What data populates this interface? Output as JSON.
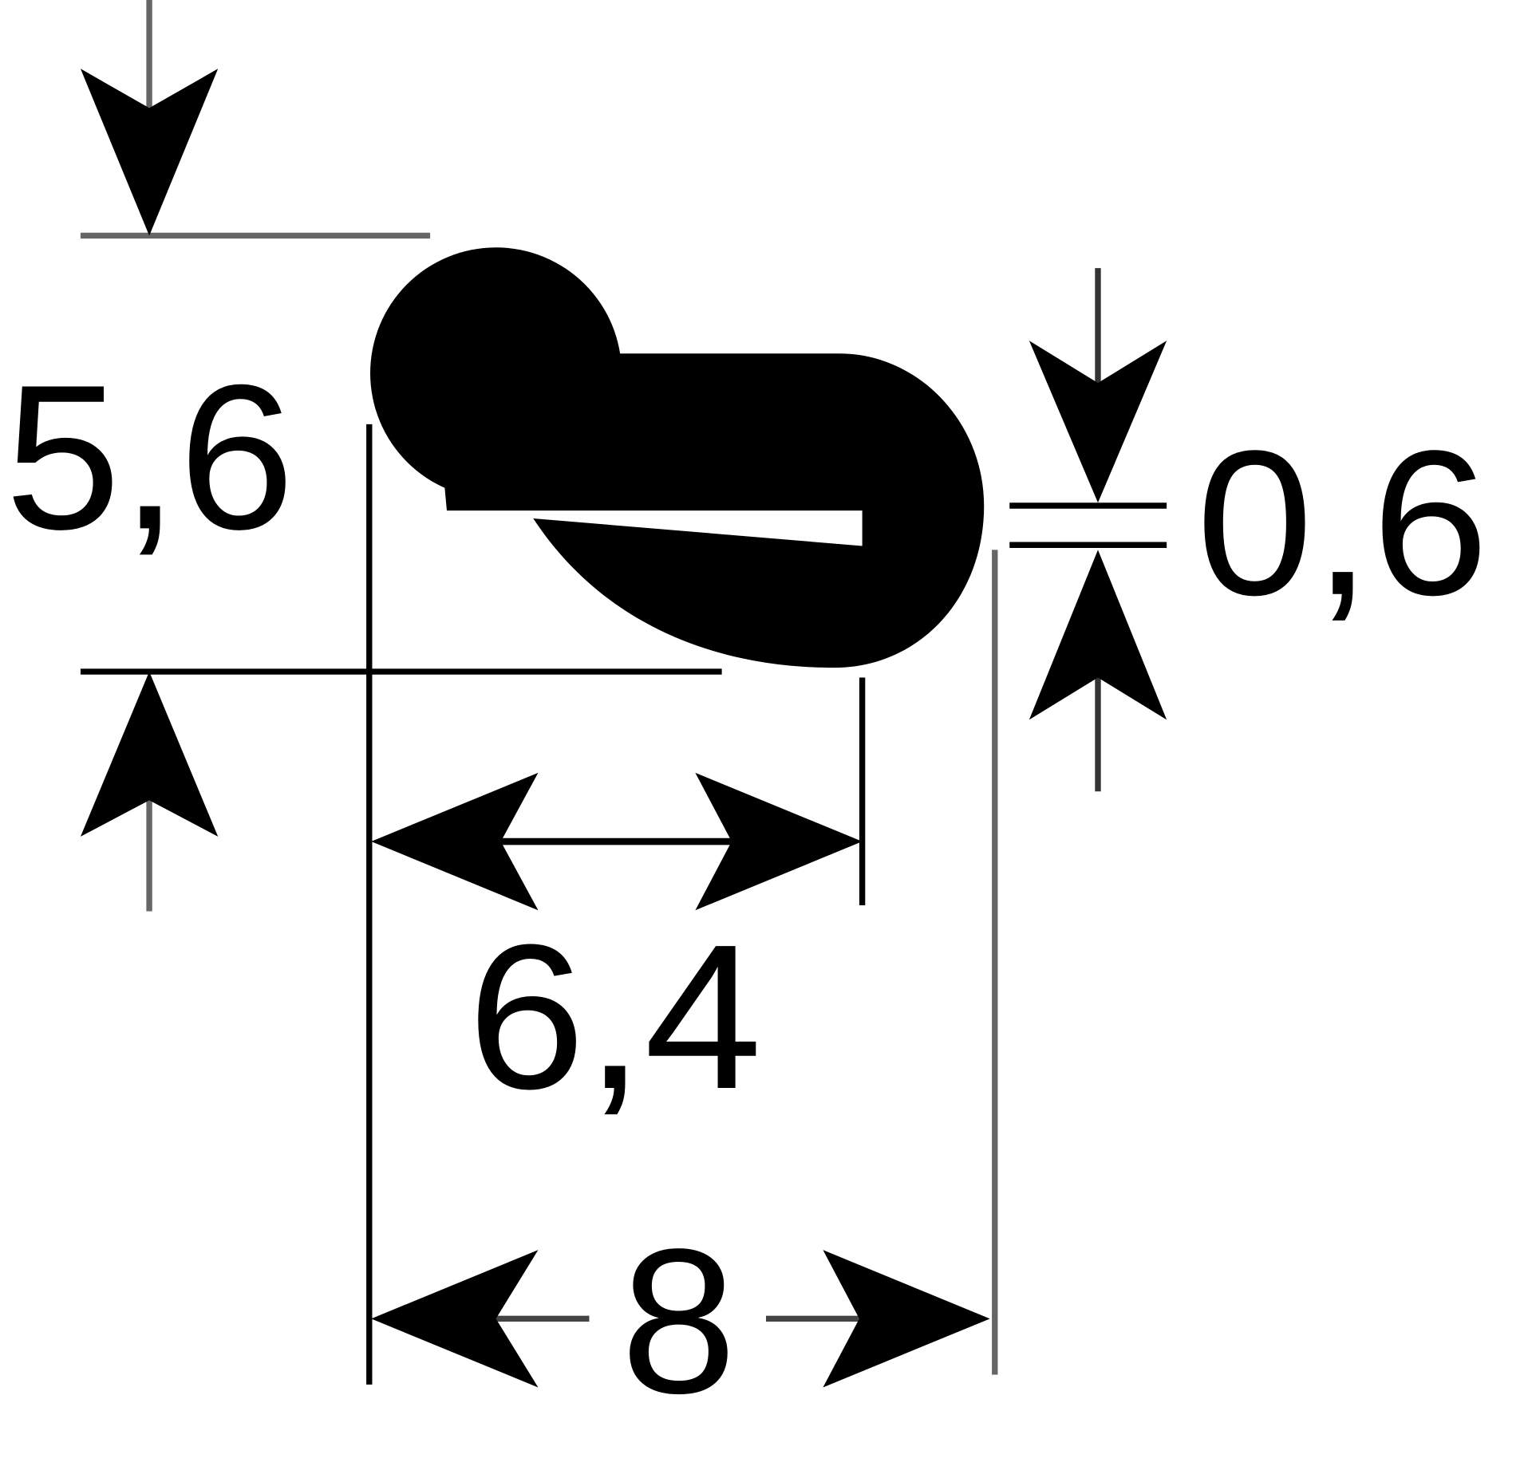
{
  "dimensions": {
    "height": "5,6",
    "slot_width": "0,6",
    "inner_width": "6,4",
    "overall_width": "8"
  },
  "colors": {
    "profile": "#000000",
    "line": "#000000",
    "background": "#ffffff"
  }
}
